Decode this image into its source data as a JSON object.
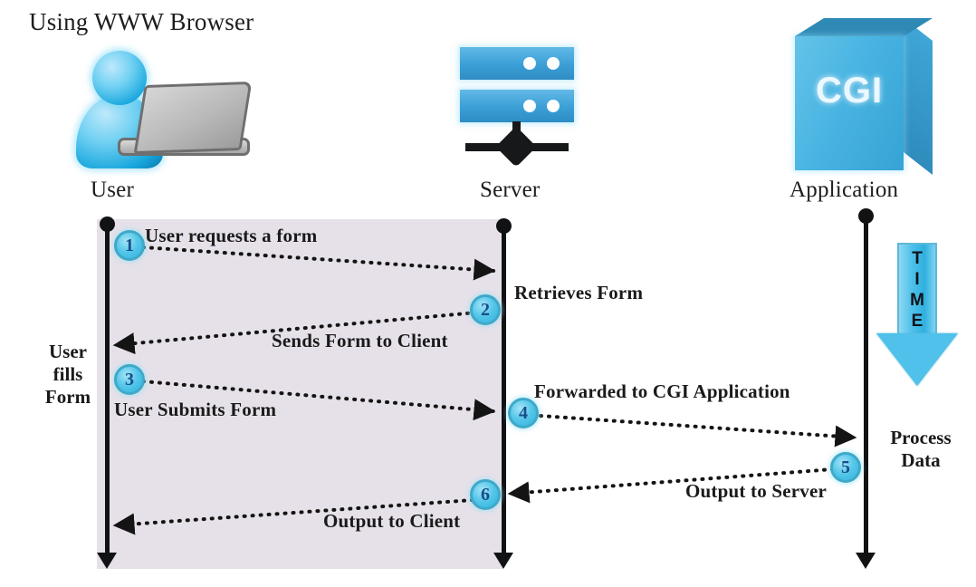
{
  "diagram": {
    "title": "Using WWW Browser",
    "actors": [
      {
        "id": "user",
        "label": "User",
        "icon": "user-with-laptop-icon"
      },
      {
        "id": "server",
        "label": "Server",
        "icon": "server-rack-icon"
      },
      {
        "id": "application",
        "label": "Application",
        "icon": "cgi-box-icon",
        "box_text": "CGI"
      }
    ],
    "time_axis": {
      "label": "TIME",
      "letters": [
        "T",
        "I",
        "M",
        "E"
      ],
      "direction": "down",
      "color": "#4fc1ea"
    },
    "side_notes": [
      {
        "id": "user-fills-form",
        "text": "User\nfills\nForm",
        "lines": [
          "User",
          "fills",
          "Form"
        ]
      },
      {
        "id": "process-data",
        "text": "Process\nData",
        "lines": [
          "Process",
          "Data"
        ]
      }
    ],
    "steps": [
      {
        "number": "1",
        "label": "User requests a form",
        "from": "user",
        "to": "server"
      },
      {
        "number": "2",
        "label": "Retrieves Form",
        "from": "server",
        "to": "server"
      },
      {
        "number": "3",
        "label": "User Submits Form",
        "from": "user",
        "to": "server"
      },
      {
        "number": "4",
        "label": "Forwarded to CGI Application",
        "from": "server",
        "to": "application"
      },
      {
        "number": "5",
        "label": "Output to Server",
        "from": "application",
        "to": "server"
      },
      {
        "number": "6",
        "label": "Output to Client",
        "from": "server",
        "to": "user"
      }
    ],
    "messages": {
      "m1": "User requests a form",
      "m2": "Retrieves Form",
      "m2b": "Sends Form to Client",
      "m3": "User Submits Form",
      "m4": "Forwarded to CGI Application",
      "m5": "Output to Server",
      "m6": "Output to Client"
    },
    "colors": {
      "badge": "#3fa9c9",
      "shade": "#e6e1e9",
      "lifeline": "#111214",
      "icon_blue": "#49b4e2",
      "text": "#1a1a1a"
    }
  }
}
